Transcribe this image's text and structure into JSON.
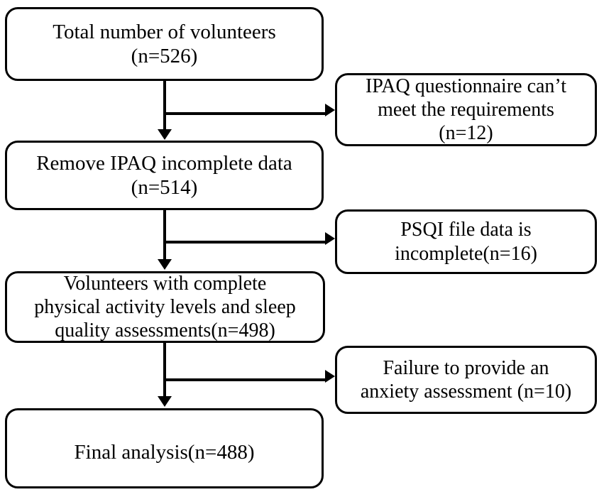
{
  "flowchart": {
    "title": "Participant selection flow diagram",
    "stroke_color": "#000000",
    "background_color": "#ffffff",
    "nodes": {
      "total": {
        "text": "Total number of volunteers\n(n=526)",
        "n": 526
      },
      "remove_ipaq": {
        "text": "Remove IPAQ incomplete data\n(n=514)",
        "n": 514
      },
      "complete": {
        "text": "Volunteers with complete\nphysical activity levels and sleep\nquality assessments(n=498)",
        "n": 498
      },
      "final": {
        "text": "Final analysis(n=488)",
        "n": 488
      },
      "excl_ipaq": {
        "text": "IPAQ questionnaire can’t\nmeet the requirements\n(n=12)",
        "n": 12
      },
      "excl_psqi": {
        "text": "PSQI file data is\nincomplete(n=16)",
        "n": 16
      },
      "excl_anxiety": {
        "text": "Failure to provide an\nanxiety assessment (n=10)",
        "n": 10
      }
    },
    "connectors": [
      {
        "name": "total-to-remove-ipaq",
        "kind": "arrow-down"
      },
      {
        "name": "branch-to-excl-ipaq",
        "kind": "arrow-right"
      },
      {
        "name": "remove-ipaq-to-complete",
        "kind": "arrow-down"
      },
      {
        "name": "branch-to-excl-psqi",
        "kind": "arrow-right"
      },
      {
        "name": "complete-to-final",
        "kind": "arrow-down"
      },
      {
        "name": "branch-to-excl-anxiety",
        "kind": "arrow-right"
      }
    ]
  }
}
